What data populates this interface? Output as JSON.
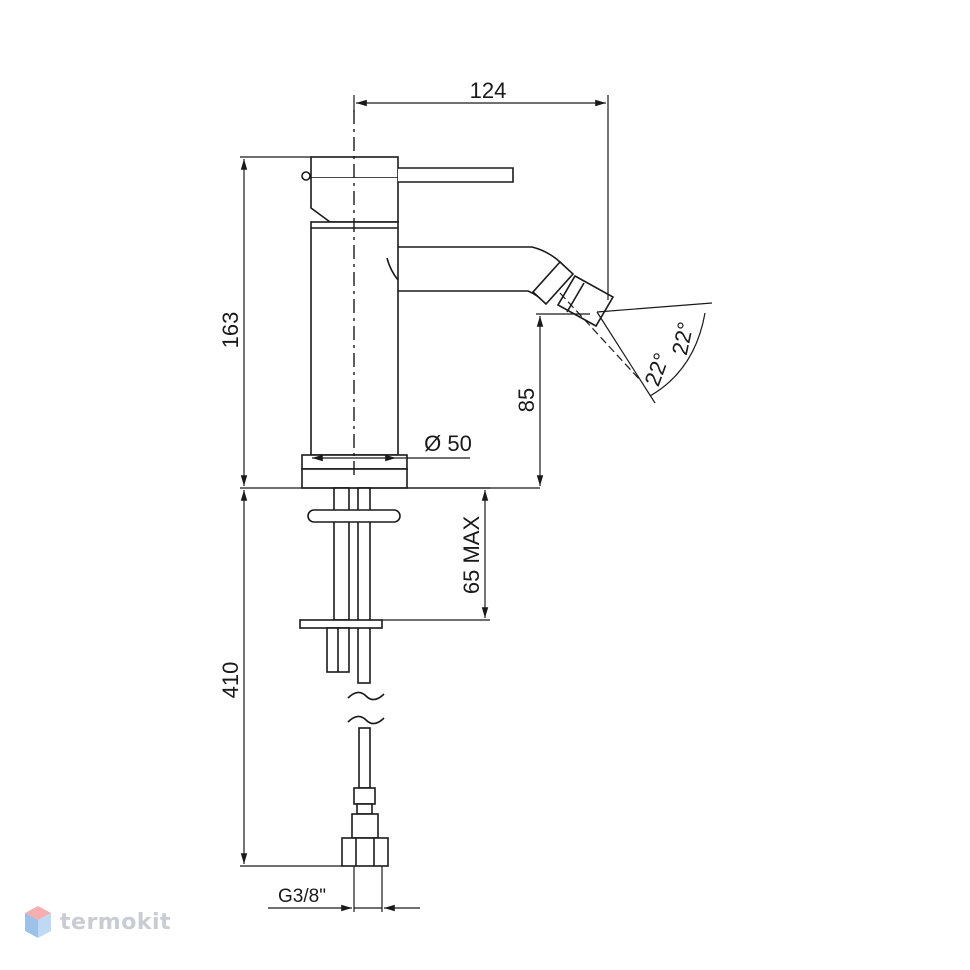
{
  "drawing": {
    "dimensions": {
      "spout_reach": "124",
      "total_height": "163",
      "spout_height": "85",
      "body_diameter": "Ø 50",
      "max_deck_thickness": "65 MAX",
      "hose_length": "410",
      "thread": "G3/8\"",
      "angle_left": "22°",
      "angle_right": "22°"
    }
  },
  "brand": {
    "name": "termokit",
    "colors": {
      "top": "#f26b6b",
      "left": "#4a8fd9",
      "right": "#8bb8ea"
    }
  }
}
